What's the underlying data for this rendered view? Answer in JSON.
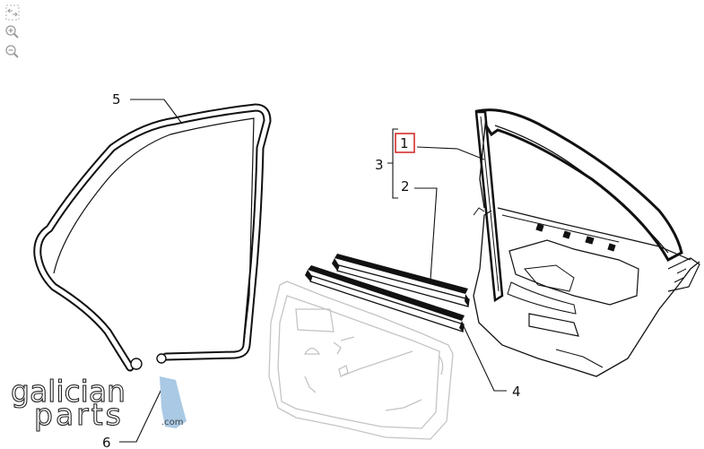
{
  "toolbar": {
    "items": [
      {
        "name": "fit-to-screen",
        "icon": "expand-arrows-icon"
      },
      {
        "name": "zoom-in",
        "icon": "zoom-in-icon"
      },
      {
        "name": "zoom-out",
        "icon": "zoom-out-icon"
      }
    ]
  },
  "diagram": {
    "callouts": {
      "c1": "1",
      "c2": "2",
      "c3": "3",
      "c4": "4",
      "c5": "5",
      "c6": "6"
    },
    "highlight_color": "#d32f2f"
  },
  "watermark": {
    "line1": "galician",
    "line2": "parts",
    "suffix": ".com",
    "accent_color": "#a9c9e4"
  }
}
